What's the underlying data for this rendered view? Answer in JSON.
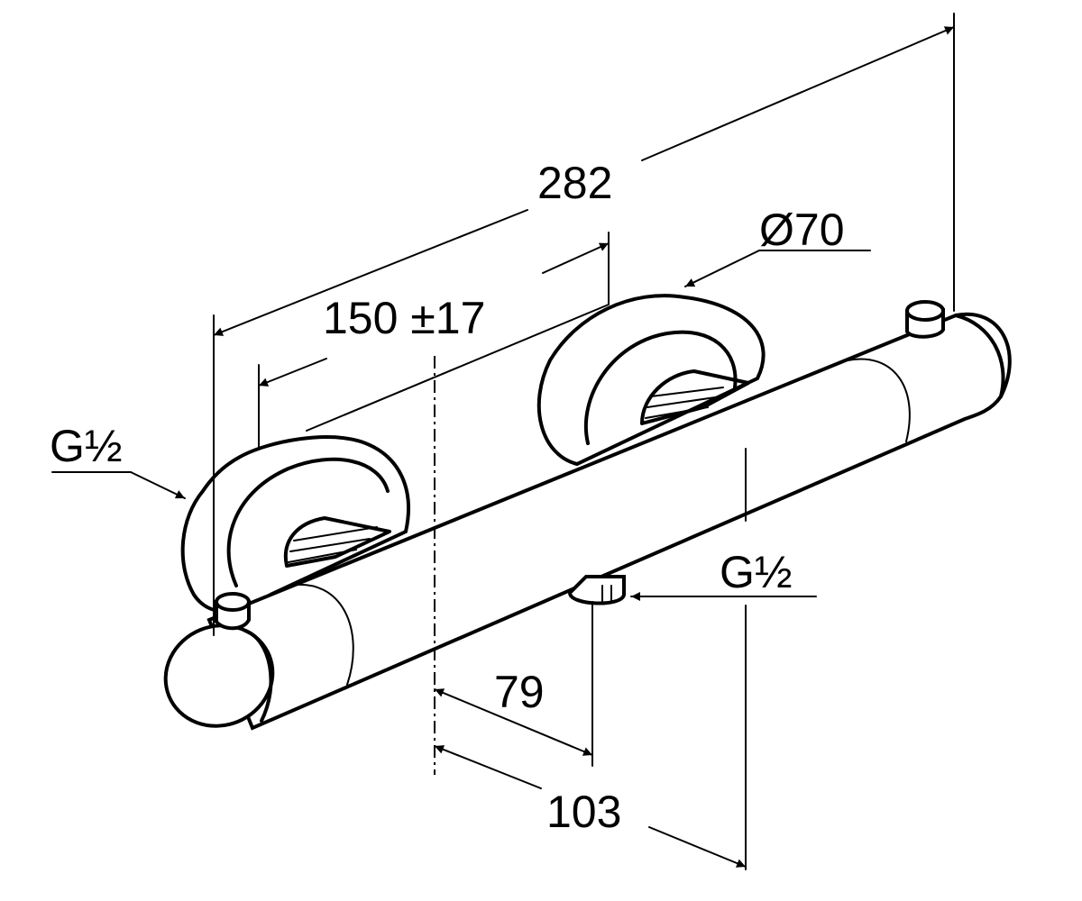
{
  "dimensions": {
    "overall_length": "282",
    "spacing": "150 ±17",
    "rosette_diameter": "Ø70",
    "inlet_left": "G½",
    "outlet_bottom": "G½",
    "offset_79": "79",
    "offset_103": "103"
  }
}
